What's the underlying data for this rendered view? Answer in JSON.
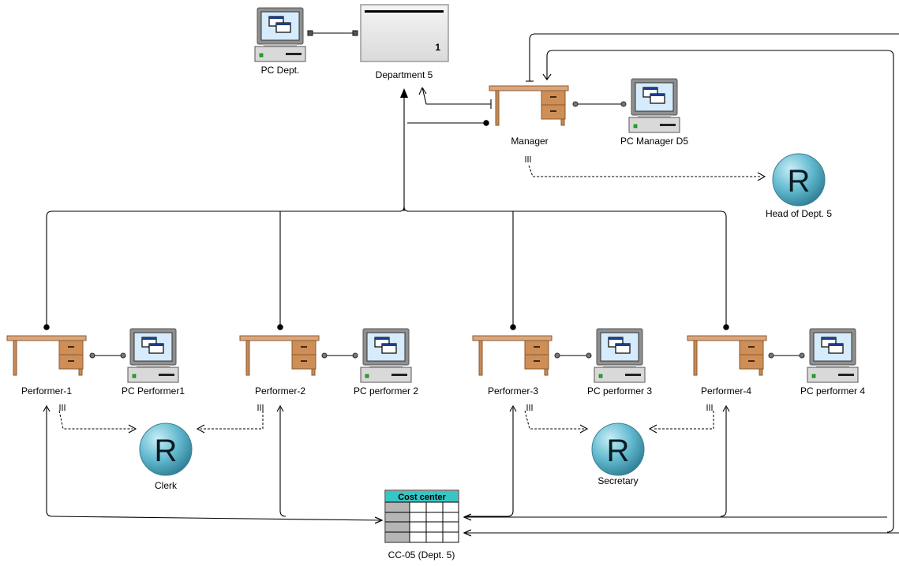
{
  "labels": {
    "pc_dept": "PC Dept.",
    "department": "Department 5",
    "department_number": "1",
    "manager": "Manager",
    "pc_manager": "PC Manager D5",
    "head_role": "Head of Dept. 5",
    "performer1": "Performer-1",
    "pc_performer1": "PC Performer1",
    "performer2": "Performer-2",
    "pc_performer2": "PC performer 2",
    "performer3": "Performer-3",
    "pc_performer3": "PC performer 3",
    "performer4": "Performer-4",
    "pc_performer4": "PC performer 4",
    "clerk": "Clerk",
    "secretary": "Secretary",
    "cost_center_header": "Cost center",
    "cost_center_label": "CC-05 (Dept. 5)",
    "role_letter": "R"
  },
  "colors": {
    "desk_top": "#d9a77a",
    "desk_body": "#c88a55",
    "role_fill": "#5fb7cc",
    "cost_header": "#2ec4c4",
    "monitor_frame": "#8c8c8c",
    "screen": "#d8ecfa"
  }
}
